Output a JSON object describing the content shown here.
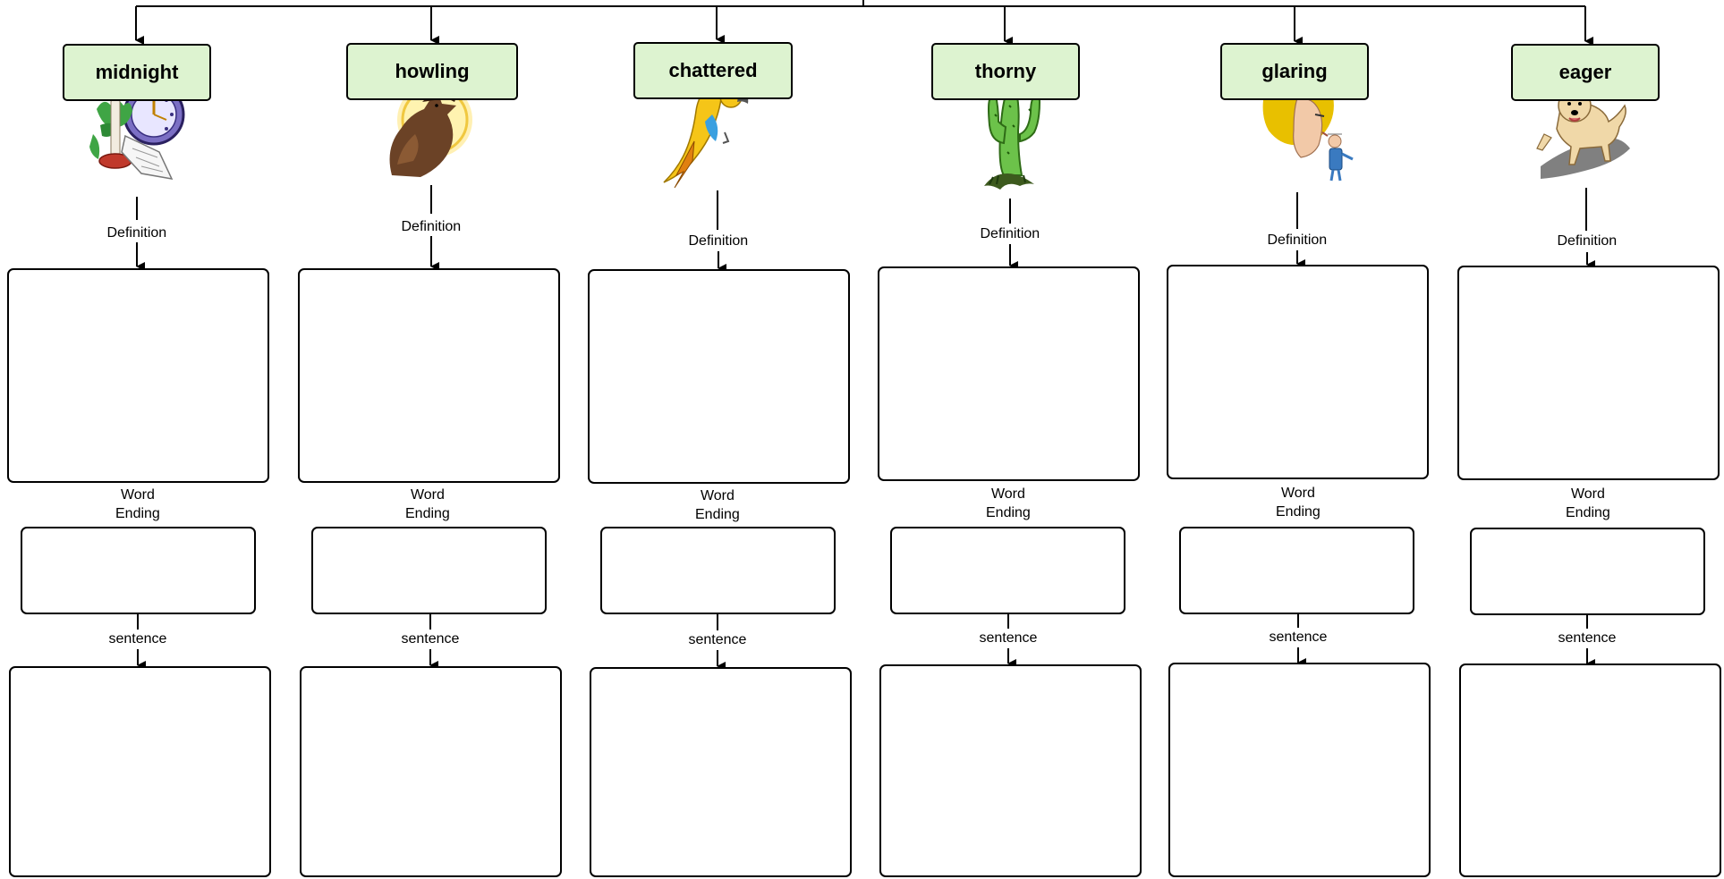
{
  "columns": [
    {
      "word": "midnight",
      "picture": "clock-candle-icon"
    },
    {
      "word": "howling",
      "picture": "howling-wolf-icon"
    },
    {
      "word": "chattered",
      "picture": "parrot-icon"
    },
    {
      "word": "thorny",
      "picture": "cactus-icon"
    },
    {
      "word": "glaring",
      "picture": "glaring-face-icon"
    },
    {
      "word": "eager",
      "picture": "eager-dog-icon"
    }
  ],
  "labels": {
    "definition": "Definition",
    "word_ending_1": "Word",
    "word_ending_2": "Ending",
    "sentence": "sentence"
  },
  "colors": {
    "word_box_fill": "#ddf3d0",
    "stroke": "#000000"
  }
}
